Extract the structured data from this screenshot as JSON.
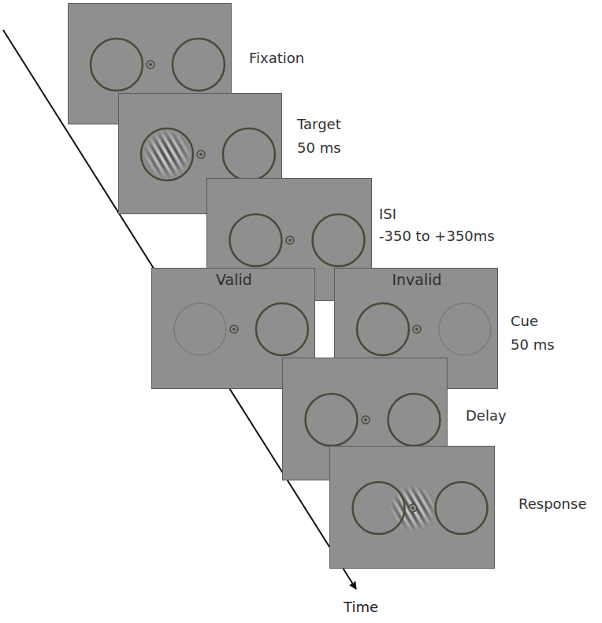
{
  "diagram": {
    "nodes": [
      {
        "text": [
          "Fixation"
        ]
      },
      {
        "text": [
          "Target",
          "50 ms"
        ]
      },
      {
        "text": [
          "ISI",
          "-350 to +350ms"
        ]
      },
      {
        "text": [
          "Valid"
        ]
      },
      {
        "text": [
          "Invalid",
          "Cue",
          "50 ms"
        ]
      },
      {
        "text": [
          "Delay"
        ]
      },
      {
        "text": [
          "Response"
        ]
      }
    ],
    "labels": [
      "Time"
    ]
  }
}
